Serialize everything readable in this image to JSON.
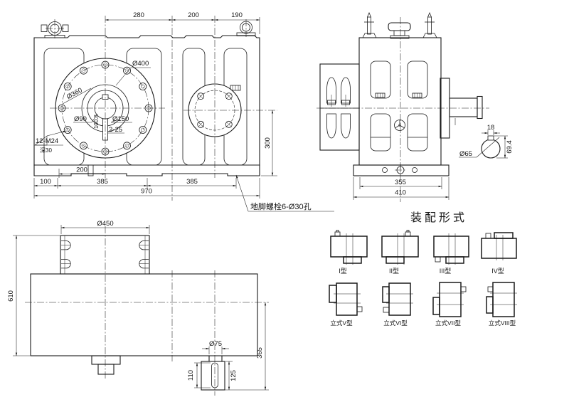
{
  "front_view": {
    "top_dims": [
      "280",
      "200",
      "190"
    ],
    "labels": {
      "d400": "Ø400",
      "d360": "Ø360",
      "d90": "Ø90",
      "d150": "Ø150",
      "keyway": "2-25",
      "across_key": "100.8",
      "tapped_holes": "12-M24",
      "tap_depth": "深30"
    },
    "base_dim": "200",
    "bottom_dims": [
      "100",
      "385",
      "385",
      "970"
    ],
    "height_dim": "300",
    "anchor_note": "地脚螺栓6-Ø30孔"
  },
  "side_view": {
    "bottom_dims": [
      "355",
      "410"
    ],
    "shaft": {
      "dia": "Ø65",
      "key_width": "18",
      "key_height": "69.4"
    }
  },
  "plan_view": {
    "flange_dia": "Ø450",
    "height_dim": "610",
    "shaft_dia": "Ø75",
    "key_length": "110",
    "shaft_length": "125",
    "offset_dim": "365"
  },
  "assembly": {
    "title": "装配形式",
    "types": [
      "I型",
      "II型",
      "III型",
      "IV型",
      "立式V型",
      "立式VI型",
      "立式VII型",
      "立式VIII型"
    ]
  }
}
